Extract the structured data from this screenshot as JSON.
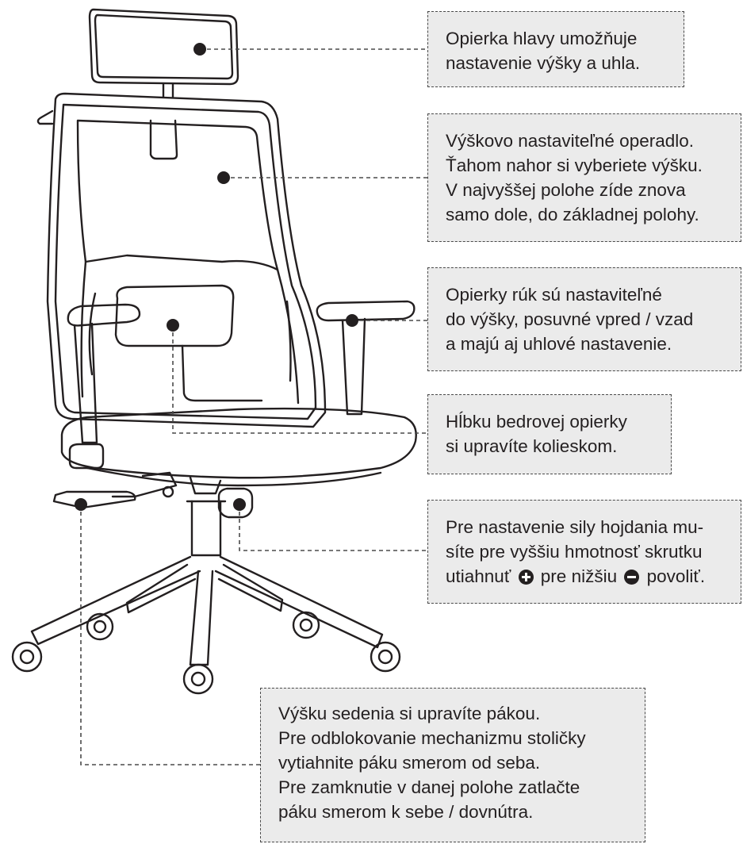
{
  "callouts": [
    {
      "id": "headrest",
      "lines": [
        "Opierka hlavy umožňuje",
        "nastavenie výšky a uhla."
      ]
    },
    {
      "id": "backrest",
      "lines": [
        "Výškovo nastaviteľné operadlo.",
        "Ťahom nahor si vyberiete výšku.",
        "V najvyššej polohe zíde znova",
        "samo dole, do základnej polohy."
      ]
    },
    {
      "id": "armrests",
      "lines": [
        "Opierky rúk sú nastaviteľné",
        "do výšky, posuvné vpred / vzad",
        "a majú aj uhlové nastavenie."
      ]
    },
    {
      "id": "lumbar",
      "lines": [
        "Hĺbku bedrovej opierky",
        "si upravíte kolieskom."
      ]
    },
    {
      "id": "tension",
      "lines": [
        "Pre nastavenie sily hojdania mu-",
        "síte pre vyššiu hmotnosť skrutku",
        "utiahnuť",
        "pre nižšiu",
        "povoliť."
      ]
    },
    {
      "id": "seat-height",
      "lines": [
        "Výšku sedenia si upravíte pákou.",
        "Pre odblokovanie mechanizmu stoličky",
        "vytiahnite páku smerom od seba.",
        "Pre zamknutie v danej polohe zatlačte",
        "páku smerom k sebe / dovnútra."
      ]
    }
  ],
  "icons": {
    "tighten": "plus-circle-icon",
    "loosen": "minus-circle-icon"
  },
  "colors": {
    "callout_bg": "#ebebeb",
    "ink": "#231f20",
    "leader": "#4a4a4a"
  }
}
